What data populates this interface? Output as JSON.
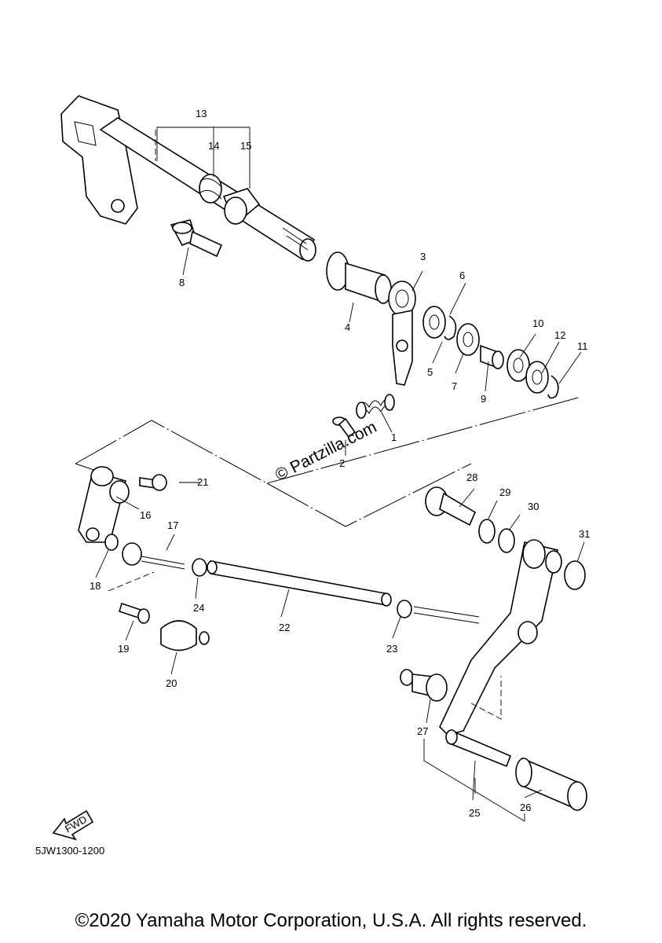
{
  "diagram": {
    "callouts": [
      "1",
      "2",
      "3",
      "4",
      "5",
      "6",
      "7",
      "8",
      "9",
      "10",
      "11",
      "12",
      "13",
      "14",
      "15",
      "16",
      "17",
      "18",
      "19",
      "20",
      "21",
      "22",
      "23",
      "24",
      "25",
      "26",
      "27",
      "28",
      "29",
      "30",
      "31"
    ],
    "watermark": "© Partzilla.com",
    "fwd_label": "FWD",
    "diagram_code": "5JW1300-1200"
  },
  "footer": {
    "copyright": "©2020 Yamaha Motor Corporation, U.S.A. All rights reserved."
  }
}
